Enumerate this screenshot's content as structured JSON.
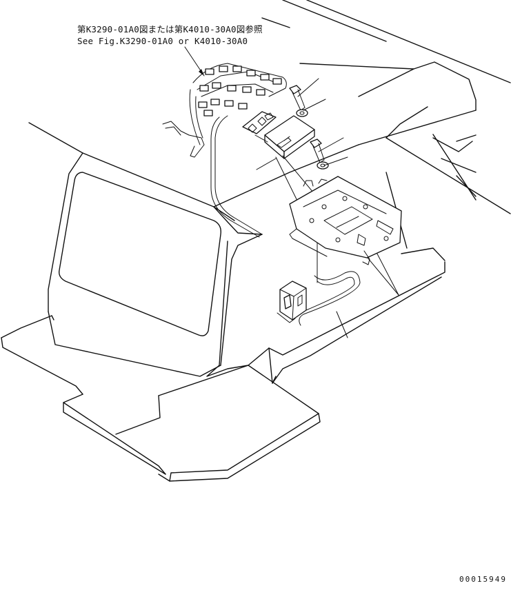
{
  "reference_note": {
    "japanese": "第K3290-01A0図または第K4010-30A0図参照",
    "english": "See Fig.K3290-01A0 or K4010-30A0"
  },
  "drawing_number": "00015949"
}
